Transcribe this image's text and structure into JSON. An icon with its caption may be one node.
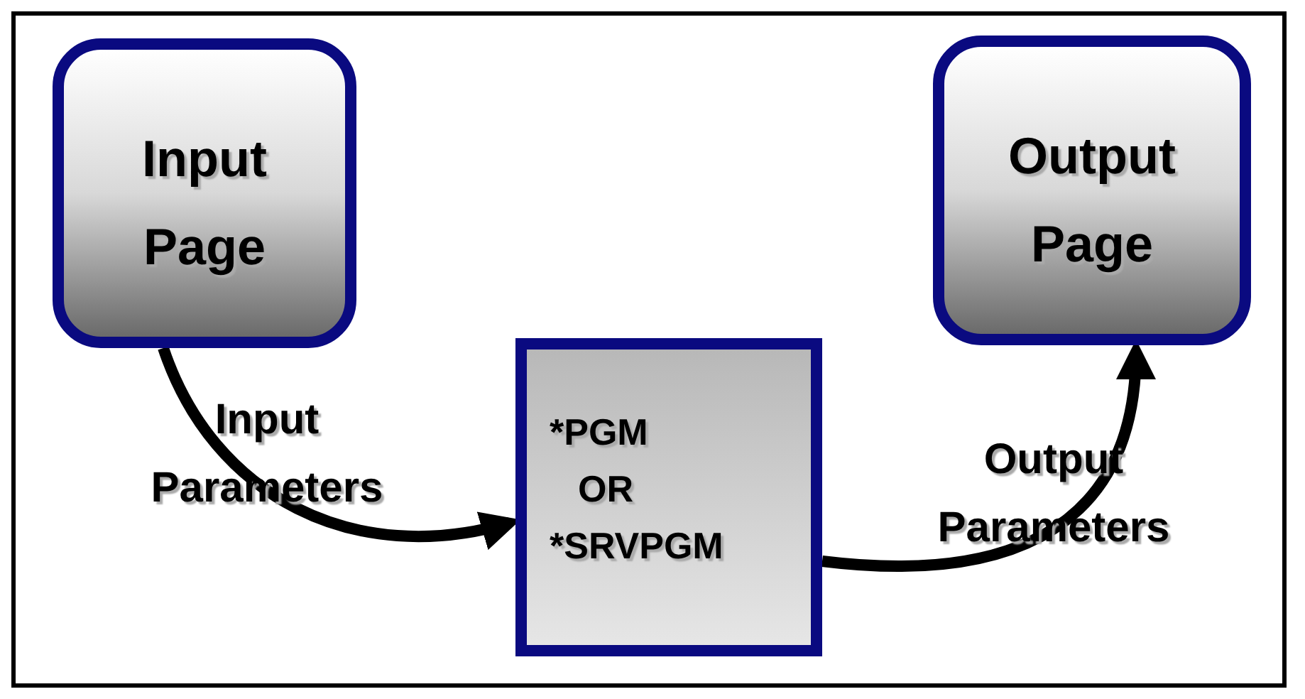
{
  "diagram": {
    "nodes": [
      {
        "text": [
          "Input Page"
        ]
      },
      {
        "text": [
          "*PGM",
          "OR",
          "*SRVPGM"
        ]
      },
      {
        "text": [
          "Output Page"
        ]
      }
    ],
    "edges": [
      {
        "from": 0,
        "to": 1,
        "arrow": "to",
        "label": "Input Parameters"
      },
      {
        "from": 1,
        "to": 2,
        "arrow": "to",
        "label": "Output Parameters"
      }
    ]
  }
}
